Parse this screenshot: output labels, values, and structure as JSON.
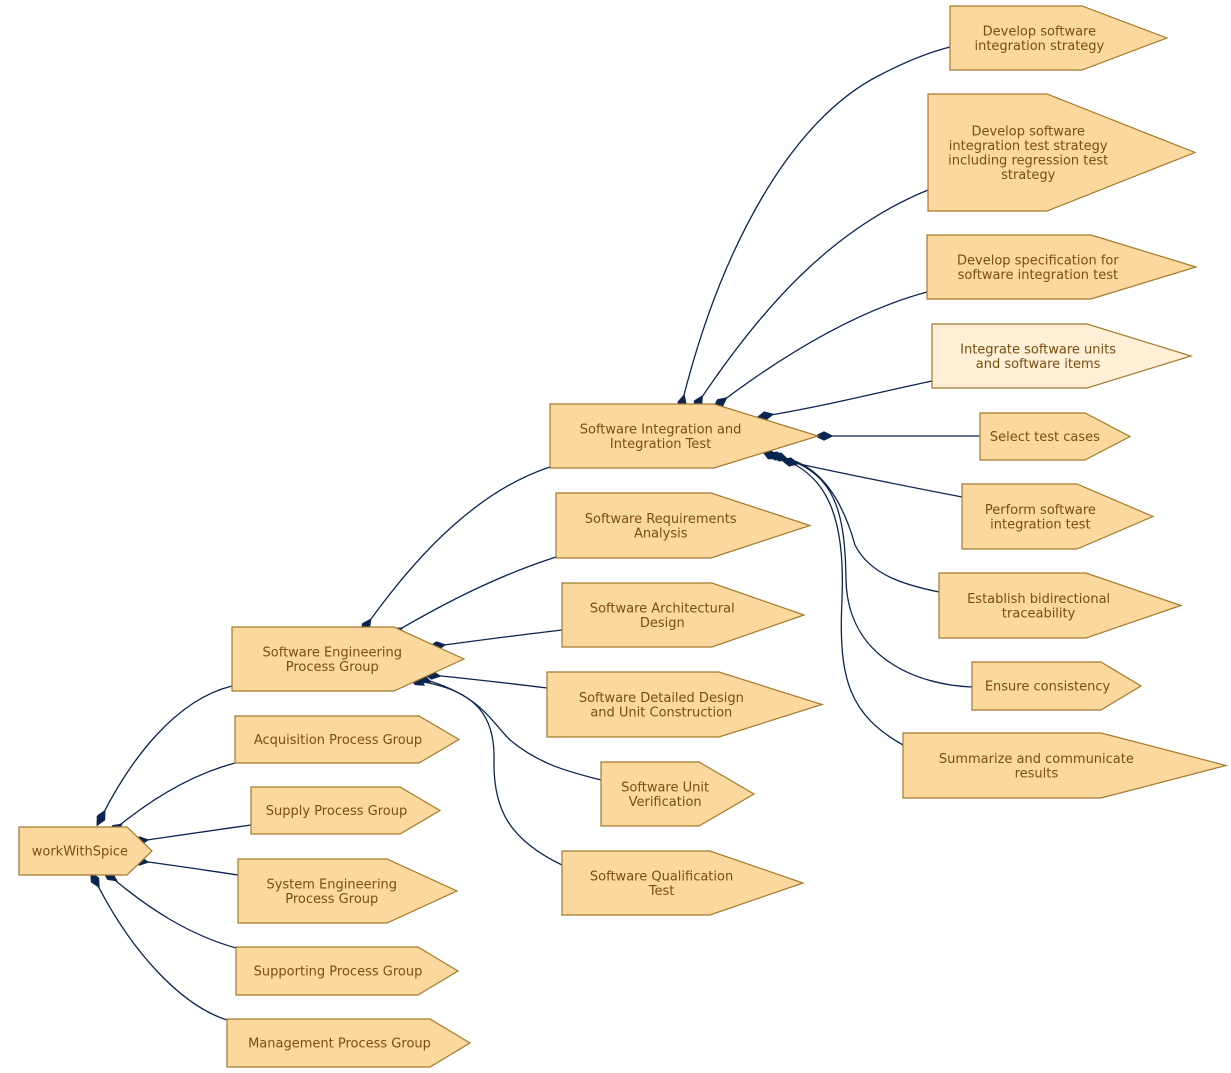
{
  "nodes": {
    "root": {
      "lines": [
        "workWithSpice"
      ]
    },
    "seng": {
      "lines": [
        "Software Engineering",
        "Process Group"
      ]
    },
    "acq": {
      "lines": [
        "Acquisition Process Group"
      ]
    },
    "sup": {
      "lines": [
        "Supply Process Group"
      ]
    },
    "syseng": {
      "lines": [
        "System Engineering",
        "Process Group"
      ]
    },
    "supp": {
      "lines": [
        "Supporting Process Group"
      ]
    },
    "mgmt": {
      "lines": [
        "Management Process Group"
      ]
    },
    "swint": {
      "lines": [
        "Software Integration and",
        "Integration Test"
      ]
    },
    "swreq": {
      "lines": [
        "Software Requirements",
        "Analysis"
      ]
    },
    "swarch": {
      "lines": [
        "Software Architectural",
        "Design"
      ]
    },
    "swdet": {
      "lines": [
        "Software Detailed Design",
        "and Unit Construction"
      ]
    },
    "swunit": {
      "lines": [
        "Software Unit",
        "Verification"
      ]
    },
    "swqual": {
      "lines": [
        "Software Qualification",
        "Test"
      ]
    },
    "t1": {
      "lines": [
        "Develop software",
        "integration strategy"
      ]
    },
    "t2": {
      "lines": [
        "Develop software",
        "integration test strategy",
        "including regression test",
        "strategy"
      ]
    },
    "t3": {
      "lines": [
        "Develop specification for",
        "software integration test"
      ]
    },
    "t4": {
      "lines": [
        "Integrate software units",
        "and software items"
      ]
    },
    "t5": {
      "lines": [
        "Select test cases"
      ]
    },
    "t6": {
      "lines": [
        "Perform software",
        "integration test"
      ]
    },
    "t7": {
      "lines": [
        "Establish bidirectional",
        "traceability"
      ]
    },
    "t8": {
      "lines": [
        "Ensure consistency"
      ]
    },
    "t9": {
      "lines": [
        "Summarize and communicate",
        "results"
      ]
    }
  }
}
